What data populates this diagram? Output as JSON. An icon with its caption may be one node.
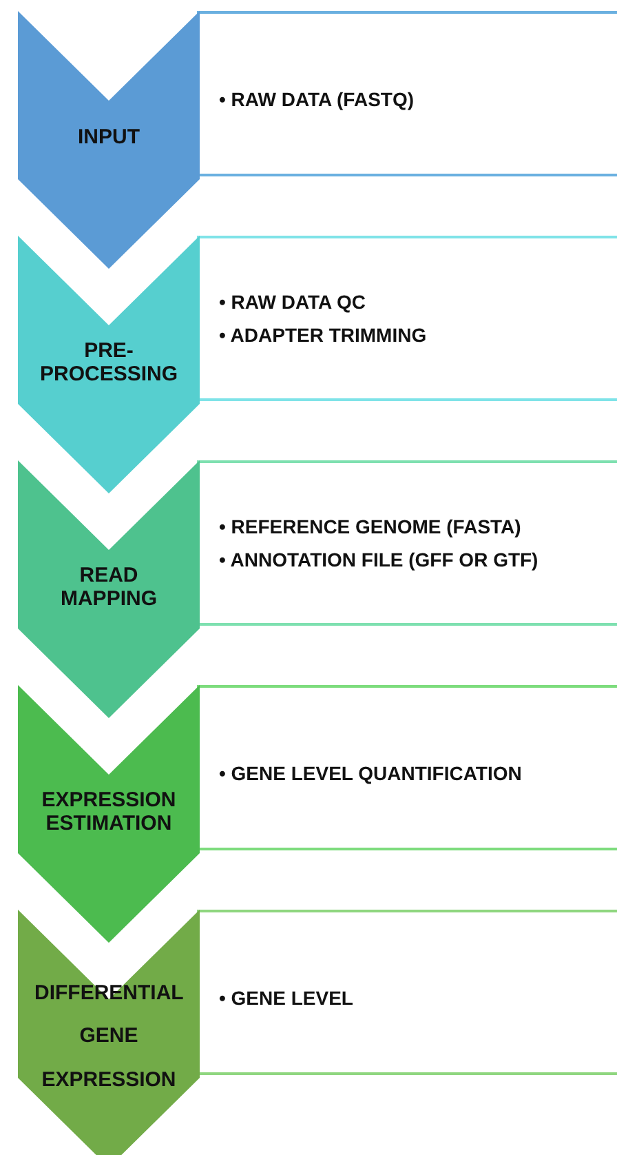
{
  "diagram": {
    "nodes": [
      {
        "text": [
          "INPUT"
        ]
      },
      {
        "text": [
          "• RAW DATA (FASTQ)"
        ]
      },
      {
        "text": [
          "PRE-PROCESSING"
        ]
      },
      {
        "text": [
          "• RAW DATA QC",
          "• ADAPTER TRIMMING"
        ]
      },
      {
        "text": [
          "READ MAPPING"
        ]
      },
      {
        "text": [
          "• REFERENCE GENOME (FASTA)",
          "• ANNOTATION FILE (GFF OR GTF)"
        ]
      },
      {
        "text": [
          "EXPRESSION ESTIMATION"
        ]
      },
      {
        "text": [
          "• GENE LEVEL QUANTIFICATION"
        ]
      },
      {
        "text": [
          "DIFFERENTIAL GENE EXPRESSION"
        ]
      },
      {
        "text": [
          "• GENE LEVEL"
        ]
      }
    ]
  }
}
